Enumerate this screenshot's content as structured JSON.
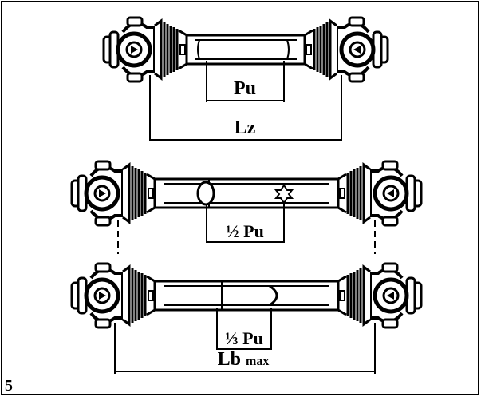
{
  "figure_number": "5",
  "labels": {
    "pu": "Pu",
    "lz": "Lz",
    "half_pu": "½ Pu",
    "third_pu": "⅓ Pu",
    "lb": "Lb",
    "lb_suffix": "max"
  },
  "colors": {
    "ink": "#000000",
    "paper": "#ffffff"
  }
}
